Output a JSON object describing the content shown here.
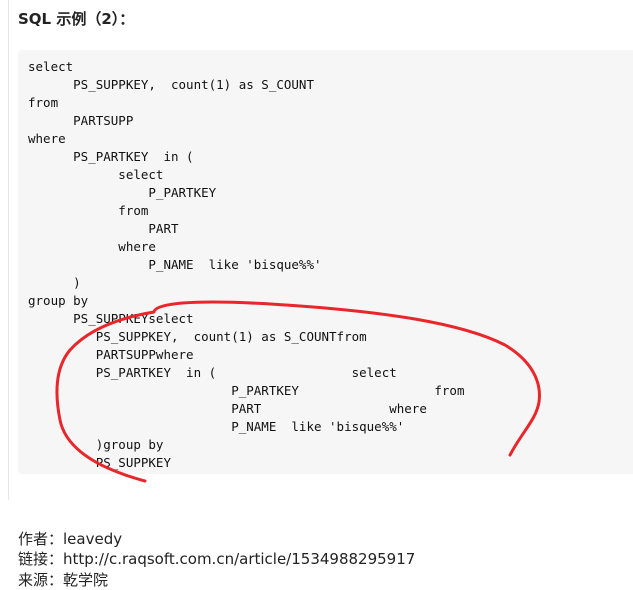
{
  "heading": "SQL 示例（2）：",
  "code": {
    "lines": [
      "select",
      "      PS_SUPPKEY,  count(1) as S_COUNT",
      "from",
      "      PARTSUPP",
      "where",
      "      PS_PARTKEY  in (",
      "            select",
      "                P_PARTKEY",
      "            from",
      "                PART",
      "            where",
      "                P_NAME  like 'bisque%%'",
      "      )",
      "group by",
      "      PS_SUPPKEYselect",
      "         PS_SUPPKEY,  count(1) as S_COUNTfrom",
      "         PARTSUPPwhere",
      "         PS_PARTKEY  in (                  select",
      "                           P_PARTKEY                  from",
      "                           PART                 where",
      "                           P_NAME  like 'bisque%%'",
      "         )group by",
      "         PS_SUPPKEY"
    ]
  },
  "annotation": {
    "color": "#e8262b",
    "description_icon": "freehand-circle-annotation"
  },
  "meta": {
    "author_label": "作者：",
    "author_value": "leavedy",
    "link_label": "链接：",
    "link_value": "http://c.raqsoft.com.cn/article/1534988295917",
    "source_label": "来源：",
    "source_value": "乾学院"
  }
}
